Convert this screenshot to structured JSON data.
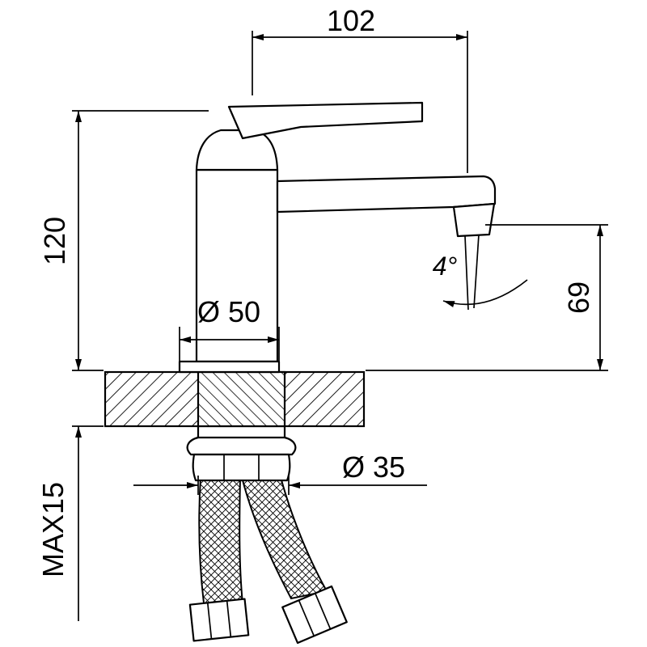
{
  "drawing": {
    "subject": "single-lever basin faucet installation drawing with mounting deck and flexible supply hoses",
    "line_color": "#000000",
    "background_color": "#ffffff",
    "dims": {
      "spout_reach": "102",
      "body_height": "120",
      "base_diameter": "Ø 50",
      "stream_angle": "4°",
      "spout_height": "69",
      "hole_diameter": "Ø 35",
      "max_deck_thickness": "MAX15"
    }
  }
}
